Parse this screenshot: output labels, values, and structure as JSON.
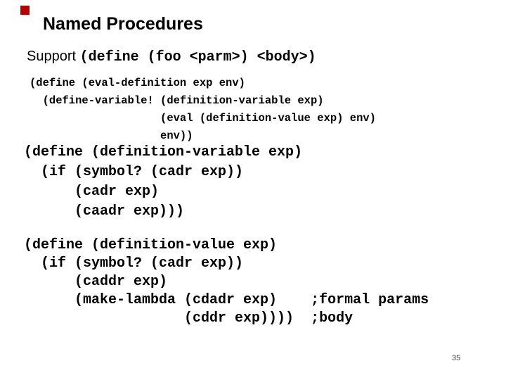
{
  "slide": {
    "title": "Named Procedures",
    "support": {
      "label": "Support ",
      "code": "(define (foo <parm>) <body>)"
    },
    "code_blocks": [
      {
        "name": "eval-definition",
        "code": "(define (eval-definition exp env)\n  (define-variable! (definition-variable exp)\n                    (eval (definition-value exp) env)\n                    env))"
      },
      {
        "name": "definition-variable",
        "code": "(define (definition-variable exp)\n  (if (symbol? (cadr exp))\n      (cadr exp)\n      (caadr exp)))"
      },
      {
        "name": "definition-value",
        "code": "(define (definition-value exp)\n  (if (symbol? (cadr exp))\n      (caddr exp)\n      (make-lambda (cdadr exp)    ;formal params\n                   (cddr exp))))  ;body"
      }
    ],
    "page_number": "35",
    "colors": {
      "accent_square": "#b30000",
      "text": "#000000",
      "background": "#ffffff",
      "page_number": "#404040"
    }
  }
}
